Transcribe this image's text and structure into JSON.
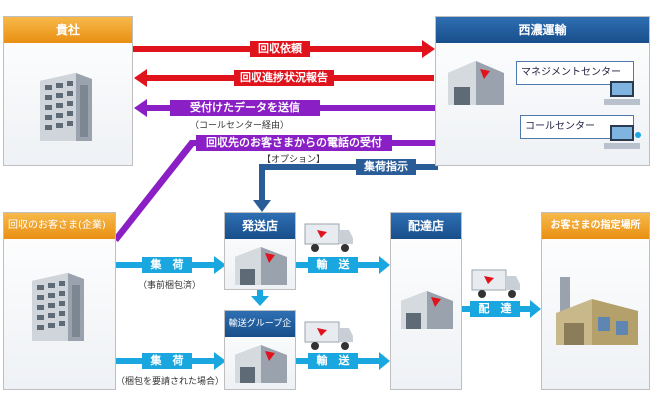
{
  "company": {
    "title": "貴社"
  },
  "seino": {
    "title": "西濃運輸",
    "management": "マネジメントセンター",
    "callcenter": "コールセンター"
  },
  "flows": {
    "collection_request": "回収依頼",
    "progress_report": "回収進捗状況報告",
    "data_send": "受付けたデータを送信",
    "data_send_note": "（コールセンター経由）",
    "phone_reception": "回収先のお客さまからの電話の受付",
    "option_note": "【オプション】",
    "pickup_instruction": "集荷指示"
  },
  "customer": {
    "title": "回収のお客さま(企業)"
  },
  "shipping_store": {
    "title": "発送店"
  },
  "group_company": {
    "title": "輸送グループ企業"
  },
  "delivery_store": {
    "title": "配達店"
  },
  "destination": {
    "title": "お客さまの指定場所"
  },
  "steps": {
    "pickup1": "集　荷",
    "pickup1_note": "（事前梱包済）",
    "pickup2": "集　荷",
    "pickup2_note": "（梱包を要請された場合）",
    "transport1": "輸　送",
    "transport2": "輸　送",
    "delivery": "配　達"
  },
  "colors": {
    "orange_header": "#e98f12",
    "blue_header": "#184e8a",
    "red_arrow": "#e0121c",
    "purple_arrow": "#8a1fc6",
    "cyan_arrow": "#1aa7df",
    "navy_arrow": "#2a5d98"
  }
}
